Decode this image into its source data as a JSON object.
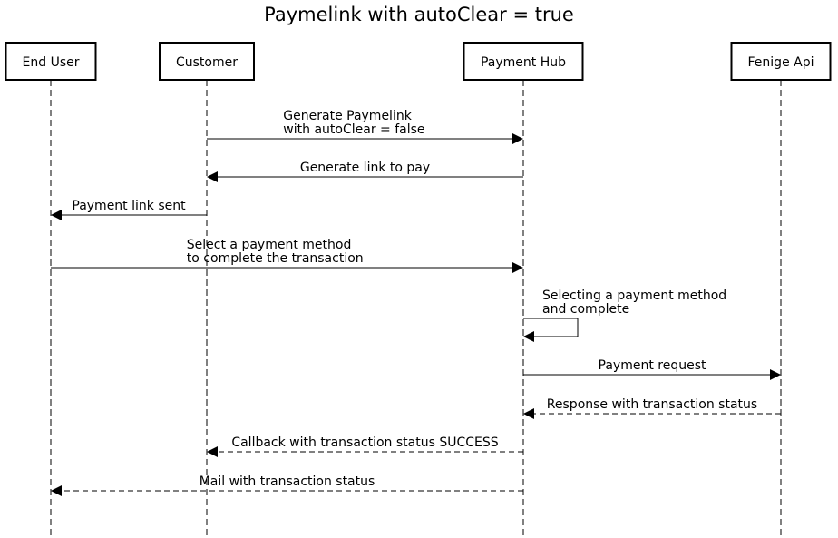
{
  "title": "Paymelink with autoClear = true",
  "actors": [
    {
      "id": "end-user",
      "label": "End User"
    },
    {
      "id": "customer",
      "label": "Customer"
    },
    {
      "id": "payment-hub",
      "label": "Payment Hub"
    },
    {
      "id": "fenige-api",
      "label": "Fenige Api"
    }
  ],
  "messages": [
    {
      "from": "customer",
      "to": "payment-hub",
      "style": "solid",
      "lines": [
        "Generate Paymelink",
        "with autoClear = false"
      ]
    },
    {
      "from": "payment-hub",
      "to": "customer",
      "style": "solid",
      "lines": [
        "Generate link to pay"
      ]
    },
    {
      "from": "customer",
      "to": "end-user",
      "style": "solid",
      "lines": [
        "Payment link sent"
      ]
    },
    {
      "from": "end-user",
      "to": "payment-hub",
      "style": "solid",
      "lines": [
        "Select a payment method",
        "to complete the transaction"
      ]
    },
    {
      "from": "payment-hub",
      "to": "payment-hub",
      "style": "solid",
      "lines": [
        "Selecting a payment method",
        "and complete"
      ]
    },
    {
      "from": "payment-hub",
      "to": "fenige-api",
      "style": "solid",
      "lines": [
        "Payment request"
      ]
    },
    {
      "from": "fenige-api",
      "to": "payment-hub",
      "style": "dashed",
      "lines": [
        "Response with transaction status"
      ]
    },
    {
      "from": "payment-hub",
      "to": "customer",
      "style": "dashed",
      "lines": [
        "Callback with transaction status SUCCESS"
      ]
    },
    {
      "from": "payment-hub",
      "to": "end-user",
      "style": "dashed",
      "lines": [
        "Mail with transaction status"
      ]
    }
  ]
}
